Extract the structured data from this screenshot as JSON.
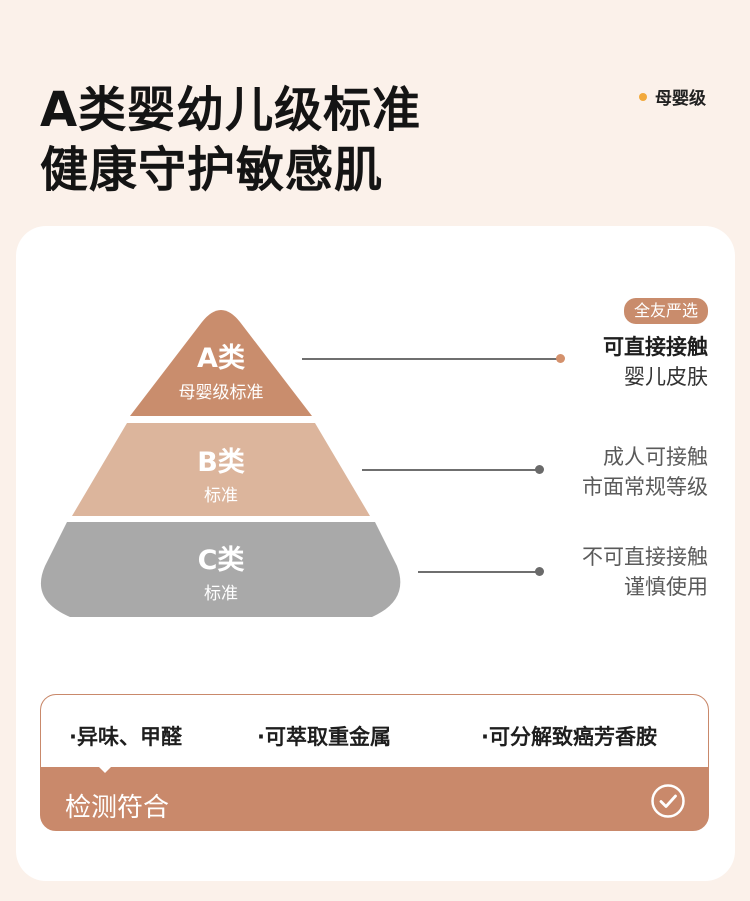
{
  "header": {
    "title_line1": "A类婴幼儿级标准",
    "title_line2": "健康守护敏感肌",
    "badge": "母婴级"
  },
  "pyramid": {
    "tiers": [
      {
        "title": "A类",
        "subtitle": "母婴级标准",
        "color": "#c98d6d"
      },
      {
        "title": "B类",
        "subtitle": "标准",
        "color": "#dcb59c"
      },
      {
        "title": "C类",
        "subtitle": "标准",
        "color": "#a9a9a9"
      }
    ]
  },
  "side": {
    "tag": "全友严选",
    "a": {
      "line1": "可直接接触",
      "line2": "婴儿皮肤",
      "dot_color": "#d4916c"
    },
    "b": {
      "line1": "成人可接触",
      "line2": "市面常规等级",
      "dot_color": "#6a6a6a"
    },
    "c": {
      "line1": "不可直接接触",
      "line2": "谨慎使用",
      "dot_color": "#6a6a6a"
    }
  },
  "detection": {
    "items": [
      "·异味、甲醛",
      "·可萃取重金属",
      "·可分解致癌芳香胺"
    ],
    "label": "检测符合",
    "icon": "check-circle-icon",
    "accent": "#c9896b"
  }
}
